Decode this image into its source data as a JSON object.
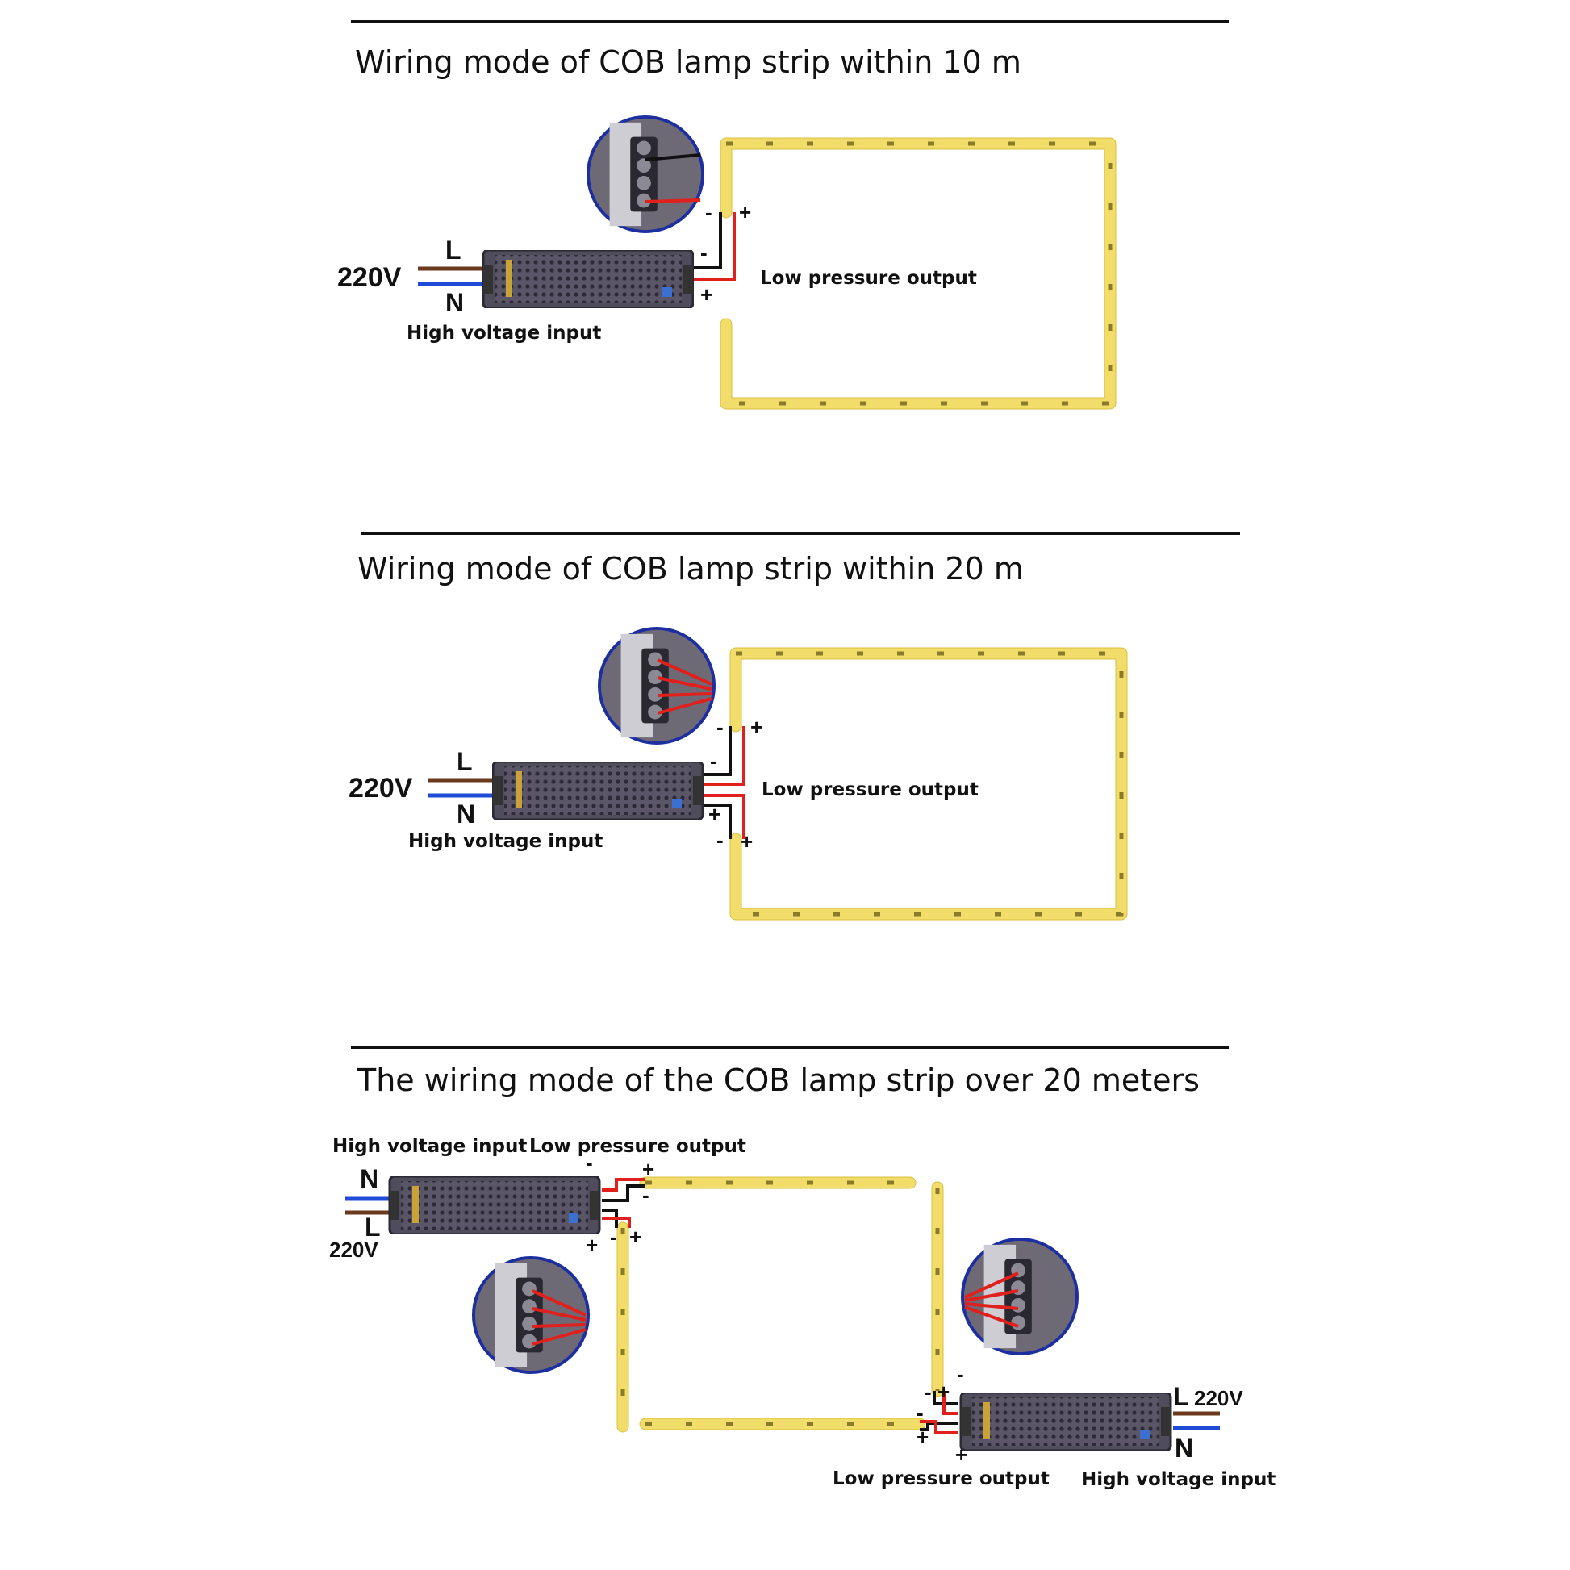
{
  "sections": [
    {
      "title": "Wiring mode of COB lamp strip within 10 m",
      "voltage": "220V",
      "live": "L",
      "neutral": "N",
      "high_label": "High voltage input",
      "low_label": "Low pressure output",
      "minus": "-",
      "plus": "+"
    },
    {
      "title": "Wiring mode of COB lamp strip within 20 m",
      "voltage": "220V",
      "live": "L",
      "neutral": "N",
      "high_label": "High voltage input",
      "low_label": "Low pressure output",
      "minus": "-",
      "plus": "+"
    },
    {
      "title": "The wiring mode of the COB lamp strip over 20 meters",
      "voltage": "220V",
      "live": "L",
      "neutral": "N",
      "high_label": "High voltage input",
      "low_label": "Low pressure output",
      "voltage2": "220V",
      "live2": "L",
      "neutral2": "N",
      "high_label2": "High voltage input",
      "low_label2": "Low pressure output",
      "minus": "-",
      "plus": "+"
    }
  ],
  "colors": {
    "strip": "#f2dc6a",
    "positive_wire": "#e0201c",
    "negative_wire": "#111111",
    "neutral_wire": "#1f4bd6",
    "live_wire": "#6b3a1e",
    "driver_body": "#4f4c5c"
  }
}
